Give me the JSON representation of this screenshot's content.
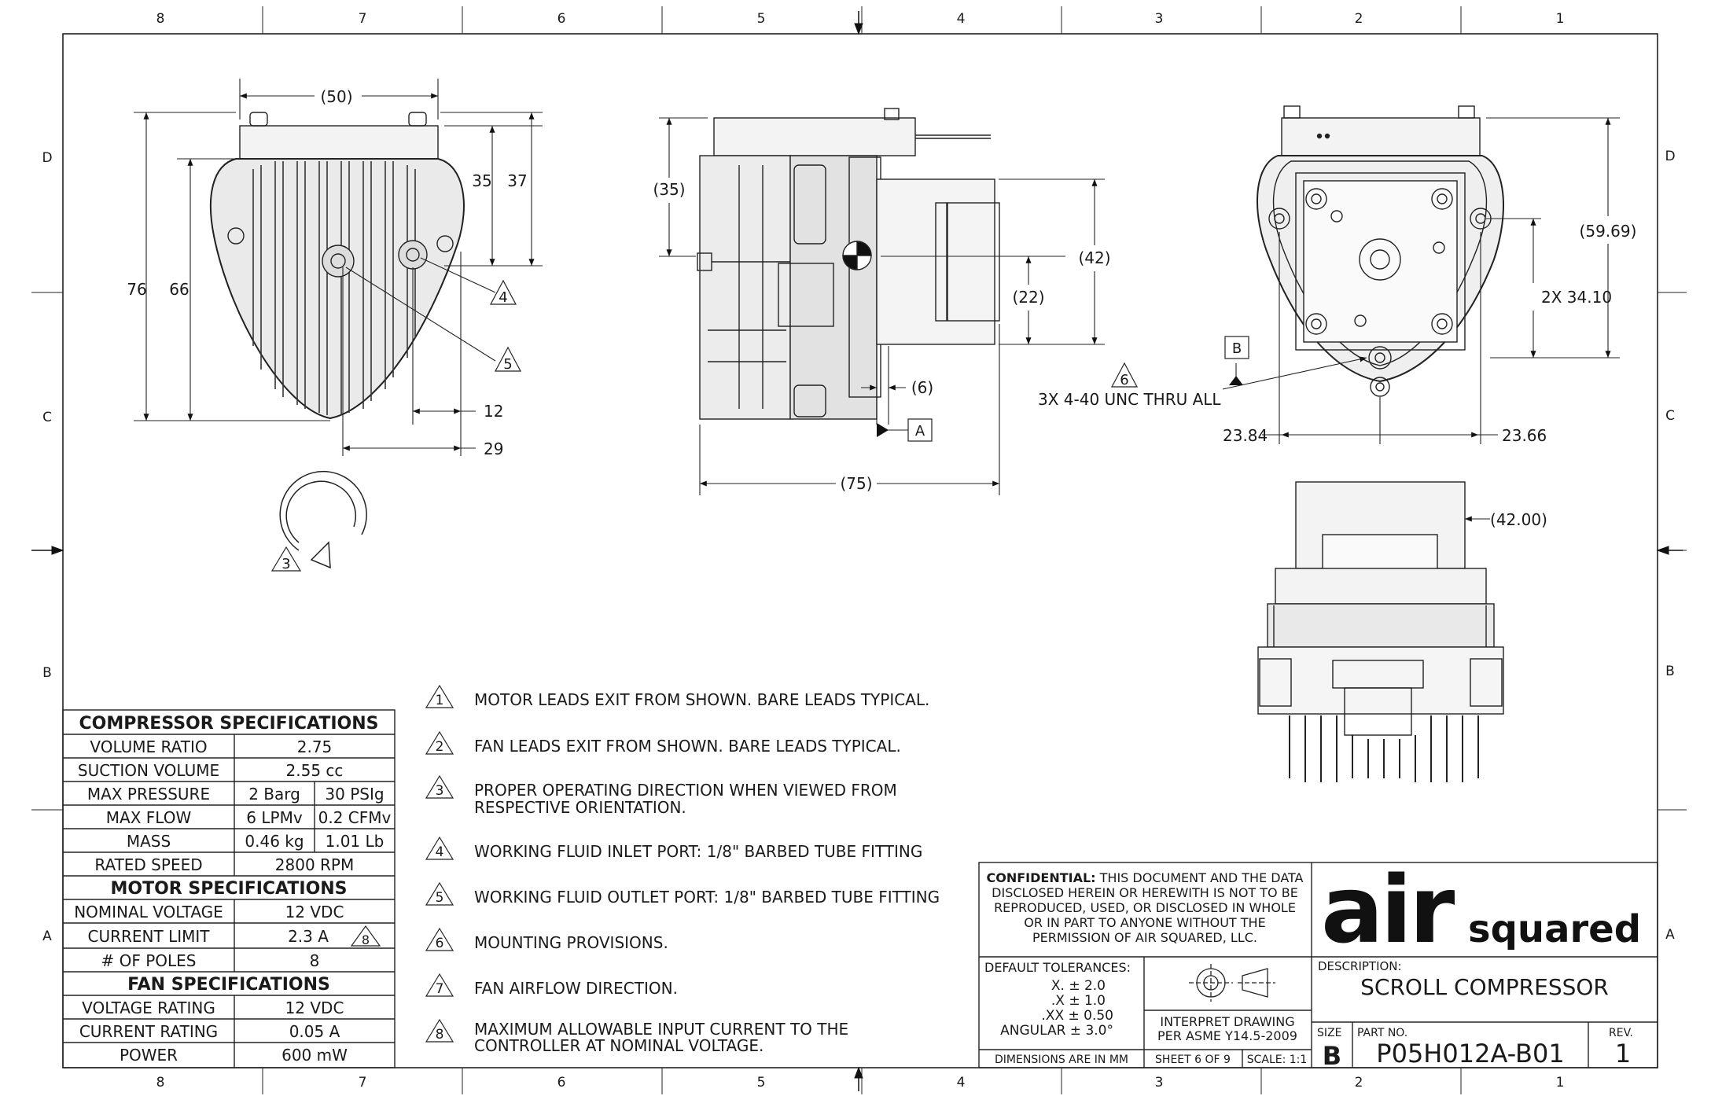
{
  "border": {
    "top_zones": [
      "8",
      "7",
      "6",
      "5",
      "4",
      "3",
      "2",
      "1"
    ],
    "bottom_zones": [
      "8",
      "7",
      "6",
      "5",
      "4",
      "3",
      "2",
      "1"
    ],
    "left_zones": [
      "D",
      "C",
      "B",
      "A"
    ],
    "right_zones": [
      "D",
      "C",
      "B",
      "A"
    ]
  },
  "views": {
    "front": {
      "dim_width": "50",
      "dim_35": "35",
      "dim_37": "37",
      "dim_76": "76",
      "dim_66": "66",
      "dim_12": "12",
      "dim_29": "29",
      "callout_4": "4",
      "callout_5": "5",
      "callout_3": "3"
    },
    "side": {
      "dim_35": "35",
      "dim_42": "42",
      "dim_22": "22",
      "dim_6": "6",
      "dim_75": "75",
      "datum_a": "A"
    },
    "rear": {
      "dim_5969": "59.69",
      "dim_3410": "2X 34.10",
      "dim_2384": "23.84",
      "dim_2366": "23.66",
      "datum_b": "B",
      "callout_6": "6",
      "mounting": "3X 4-40 UNC  THRU ALL"
    },
    "top": {
      "dim_4200": "42.00"
    }
  },
  "spec_table": {
    "compressor_header": "COMPRESSOR SPECIFICATIONS",
    "motor_header": "MOTOR SPECIFICATIONS",
    "fan_header": "FAN SPECIFICATIONS",
    "rows": {
      "volume_ratio": [
        "VOLUME RATIO",
        "2.75"
      ],
      "suction_volume": [
        "SUCTION VOLUME",
        "2.55 cc"
      ],
      "max_pressure": [
        "MAX PRESSURE",
        "2 Barg",
        "30 PSIg"
      ],
      "max_flow": [
        "MAX FLOW",
        "6 LPMv",
        "0.2 CFMv"
      ],
      "mass": [
        "MASS",
        "0.46 kg",
        "1.01 Lb"
      ],
      "rated_speed": [
        "RATED SPEED",
        "2800 RPM"
      ],
      "nominal_voltage": [
        "NOMINAL VOLTAGE",
        "12 VDC"
      ],
      "current_limit": [
        "CURRENT LIMIT",
        "2.3 A",
        "8"
      ],
      "poles": [
        "# OF POLES",
        "8"
      ],
      "voltage_rating": [
        "VOLTAGE RATING",
        "12 VDC"
      ],
      "current_rating": [
        "CURRENT RATING",
        "0.05 A"
      ],
      "power": [
        "POWER",
        "600 mW"
      ]
    }
  },
  "notes": [
    {
      "num": "1",
      "text": "MOTOR LEADS EXIT FROM SHOWN. BARE LEADS TYPICAL."
    },
    {
      "num": "2",
      "text": "FAN LEADS EXIT FROM SHOWN. BARE LEADS TYPICAL."
    },
    {
      "num": "3",
      "text": "PROPER OPERATING DIRECTION WHEN VIEWED FROM",
      "text2": "RESPECTIVE ORIENTATION."
    },
    {
      "num": "4",
      "text": "WORKING FLUID INLET PORT: 1/8\" BARBED TUBE FITTING"
    },
    {
      "num": "5",
      "text": "WORKING FLUID OUTLET PORT: 1/8\" BARBED TUBE FITTING"
    },
    {
      "num": "6",
      "text": "MOUNTING PROVISIONS."
    },
    {
      "num": "7",
      "text": "FAN AIRFLOW DIRECTION."
    },
    {
      "num": "8",
      "text": "MAXIMUM ALLOWABLE INPUT CURRENT TO THE",
      "text2": "CONTROLLER AT NOMINAL VOLTAGE."
    }
  ],
  "title_block": {
    "confidential_label": "CONFIDENTIAL:",
    "confidential_lines": [
      " THIS DOCUMENT AND THE DATA",
      "DISCLOSED HEREIN OR HEREWITH IS NOT TO BE",
      "REPRODUCED, USED, OR DISCLOSED IN WHOLE",
      "OR IN PART TO ANYONE WITHOUT THE",
      "PERMISSION OF AIR SQUARED, LLC."
    ],
    "logo_main": "air",
    "logo_sub": "squared",
    "default_tolerances": "DEFAULT TOLERANCES:",
    "tol_x": "X. ± 2.0",
    "tol_xx": ".X ± 1.0",
    "tol_xxx": ".XX ± 0.50",
    "tol_angular": "ANGULAR ± 3.0°",
    "interpret_1": "INTERPRET DRAWING",
    "interpret_2": "PER ASME Y14.5-2009",
    "dimensions_in": "DIMENSIONS ARE IN MM",
    "sheet": "SHEET 6 OF 9",
    "scale": "SCALE: 1:1",
    "description_label": "DESCRIPTION:",
    "description": "SCROLL COMPRESSOR",
    "size_label": "SIZE",
    "size": "B",
    "part_no_label": "PART NO.",
    "part_no": "P05H012A-B01",
    "rev_label": "REV.",
    "rev": "1"
  }
}
